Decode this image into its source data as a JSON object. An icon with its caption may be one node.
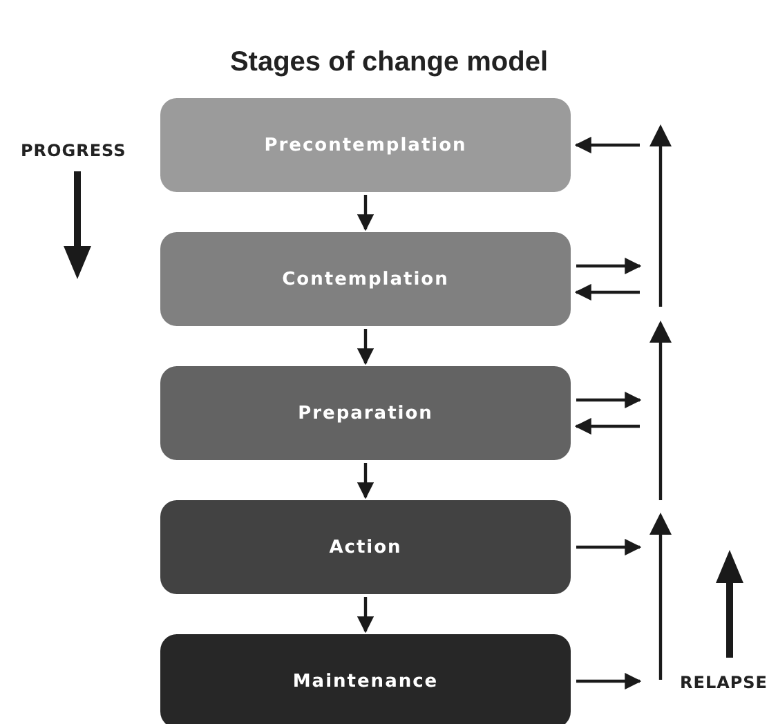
{
  "diagram": {
    "title": "Stages of change model",
    "nodes": [
      {
        "text": [
          "Precontemplation"
        ]
      },
      {
        "text": [
          "Contemplation"
        ]
      },
      {
        "text": [
          "Preparation"
        ]
      },
      {
        "text": [
          "Action"
        ]
      },
      {
        "text": [
          "Maintenance"
        ]
      }
    ],
    "edges": [
      {
        "from": 0,
        "to": 1,
        "arrow": "to"
      },
      {
        "from": 1,
        "to": 2,
        "arrow": "to"
      },
      {
        "from": 2,
        "to": 3,
        "arrow": "to"
      },
      {
        "from": 3,
        "to": 4,
        "arrow": "to"
      },
      {
        "from": null,
        "to": 0,
        "arrow": "to"
      },
      {
        "from": 1,
        "to": null,
        "arrow": "to"
      },
      {
        "from": null,
        "to": 1,
        "arrow": "to"
      },
      {
        "from": 2,
        "to": null,
        "arrow": "to"
      },
      {
        "from": null,
        "to": 2,
        "arrow": "to"
      },
      {
        "from": 3,
        "to": null,
        "arrow": "to"
      },
      {
        "from": 4,
        "to": null,
        "arrow": "to"
      }
    ],
    "labels": [
      "PROGRESS",
      "RELAPSE"
    ]
  }
}
